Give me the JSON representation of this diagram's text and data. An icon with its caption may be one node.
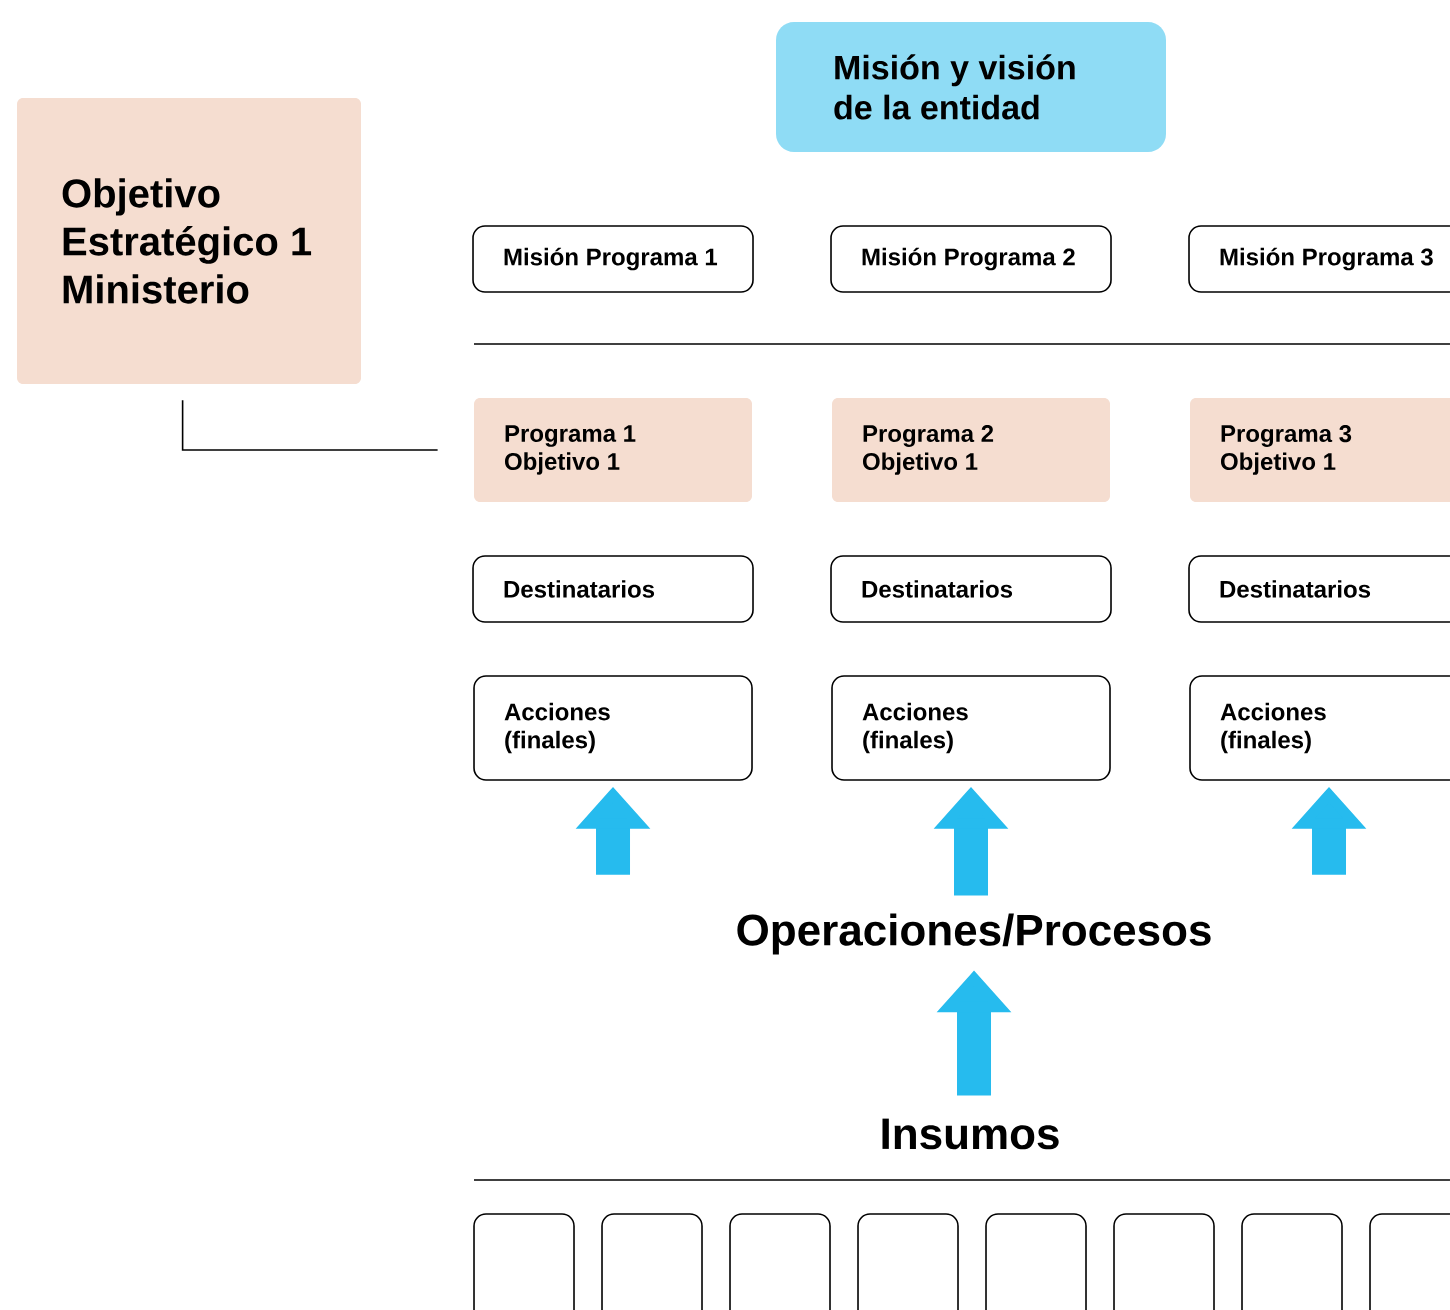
{
  "diagram": {
    "nodes": [
      {
        "text": [
          "Objetivo Estratégico 1 Ministerio"
        ]
      },
      {
        "text": [
          "Misión y visión de la entidad"
        ]
      },
      {
        "text": [
          "Misión Programa 1"
        ]
      },
      {
        "text": [
          "Misión Programa 2"
        ]
      },
      {
        "text": [
          "Misión Programa 3"
        ]
      },
      {
        "text": [
          "Programa 1 Objetivo 1"
        ]
      },
      {
        "text": [
          "Programa 2 Objetivo 1"
        ]
      },
      {
        "text": [
          "Programa 3 Objetivo 1"
        ]
      },
      {
        "text": [
          "Destinatarios"
        ]
      },
      {
        "text": [
          "Destinatarios"
        ]
      },
      {
        "text": [
          "Destinatarios"
        ]
      },
      {
        "text": [
          "Acciones (finales)"
        ]
      },
      {
        "text": [
          "Acciones (finales)"
        ]
      },
      {
        "text": [
          "Acciones (finales)"
        ]
      },
      {
        "text": [
          "Operaciones/Procesos"
        ]
      },
      {
        "text": [
          "Insumos"
        ]
      },
      {
        "text": [],
        "shape": "box"
      },
      {
        "text": [],
        "shape": "box"
      },
      {
        "text": [],
        "shape": "box"
      },
      {
        "text": [],
        "shape": "box"
      },
      {
        "text": [],
        "shape": "box"
      },
      {
        "text": [],
        "shape": "box"
      },
      {
        "text": [],
        "shape": "box"
      },
      {
        "text": [],
        "shape": "box"
      }
    ],
    "edges": [
      {
        "from": 0,
        "to": 5,
        "arrow": "none",
        "color": "#000000"
      },
      {
        "from": null,
        "to": 11,
        "arrow": "to"
      },
      {
        "from": 14,
        "to": 12,
        "arrow": "to"
      },
      {
        "from": null,
        "to": 13,
        "arrow": "to"
      },
      {
        "from": 15,
        "to": 14,
        "arrow": "to"
      }
    ]
  }
}
